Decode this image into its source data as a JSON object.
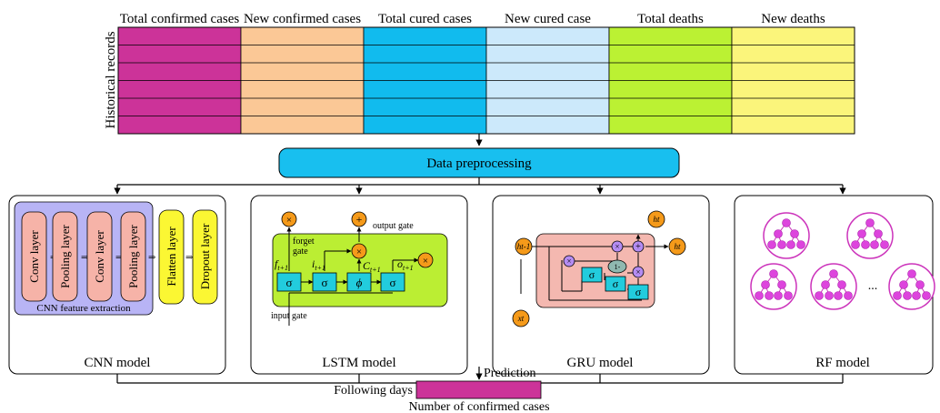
{
  "table": {
    "row_label": "Historical  records",
    "rows": 6,
    "columns": [
      {
        "label": "Total confirmed cases",
        "color": "#cc3399"
      },
      {
        "label": "New confirmed cases",
        "color": "#fbc896"
      },
      {
        "label": "Total cured cases",
        "color": "#11bbee"
      },
      {
        "label": "New cured case",
        "color": "#cce9fb"
      },
      {
        "label": "Total deaths",
        "color": "#bbf133"
      },
      {
        "label": "New deaths",
        "color": "#fbf57b"
      }
    ]
  },
  "preprocess": {
    "label": "Data preprocessing",
    "color": "#18bfef"
  },
  "models": {
    "cnn": {
      "caption": "CNN model",
      "group_label": "CNN feature extraction",
      "layers": [
        "Conv layer",
        "Pooling layer",
        "Conv layer",
        "Pooling layer"
      ],
      "extra_layers": [
        "Flatten layer",
        "Dropout layer"
      ]
    },
    "lstm": {
      "caption": "LSTM model",
      "forget_label": "forget\ngate",
      "output_label": "output gate",
      "input_label": "input gate",
      "sigma": "σ",
      "phi": "ϕ",
      "times": "×",
      "plus": "+",
      "f_sym": "f",
      "i_sym": "i",
      "c_sym": "C",
      "o_sym": "o",
      "t_sub": "t+1"
    },
    "gru": {
      "caption": "GRU model",
      "h_prev": "ht-1",
      "h_out": "ht",
      "x_in": "xt",
      "one_minus": "1-"
    },
    "rf": {
      "caption": "RF model",
      "ellipsis": "..."
    }
  },
  "prediction": {
    "label": "Prediction",
    "following": "Following days",
    "output": "Number of confirmed cases",
    "color": "#cc3399"
  }
}
